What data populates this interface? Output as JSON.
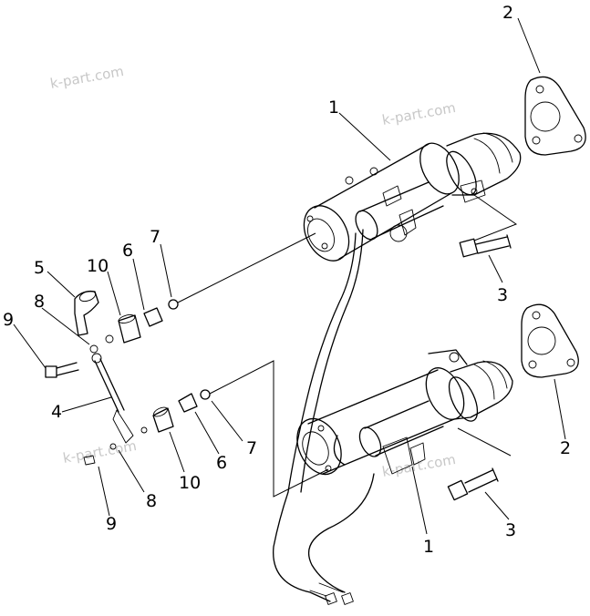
{
  "watermarks": [
    "k-part.com",
    "k-part.com",
    "k-part.com",
    "k-part.com"
  ],
  "callouts": {
    "c1_top": "1",
    "c2_top": "2",
    "c3_top": "3",
    "c5": "5",
    "c10_top": "10",
    "c6_top": "6",
    "c7_top": "7",
    "c8_top": "8",
    "c9_top": "9",
    "c4": "4",
    "c7_bot": "7",
    "c6_bot": "6",
    "c10_bot": "10",
    "c8_bot": "8",
    "c9_bot": "9",
    "c1_bot": "1",
    "c2_bot": "2",
    "c3_bot": "3"
  }
}
